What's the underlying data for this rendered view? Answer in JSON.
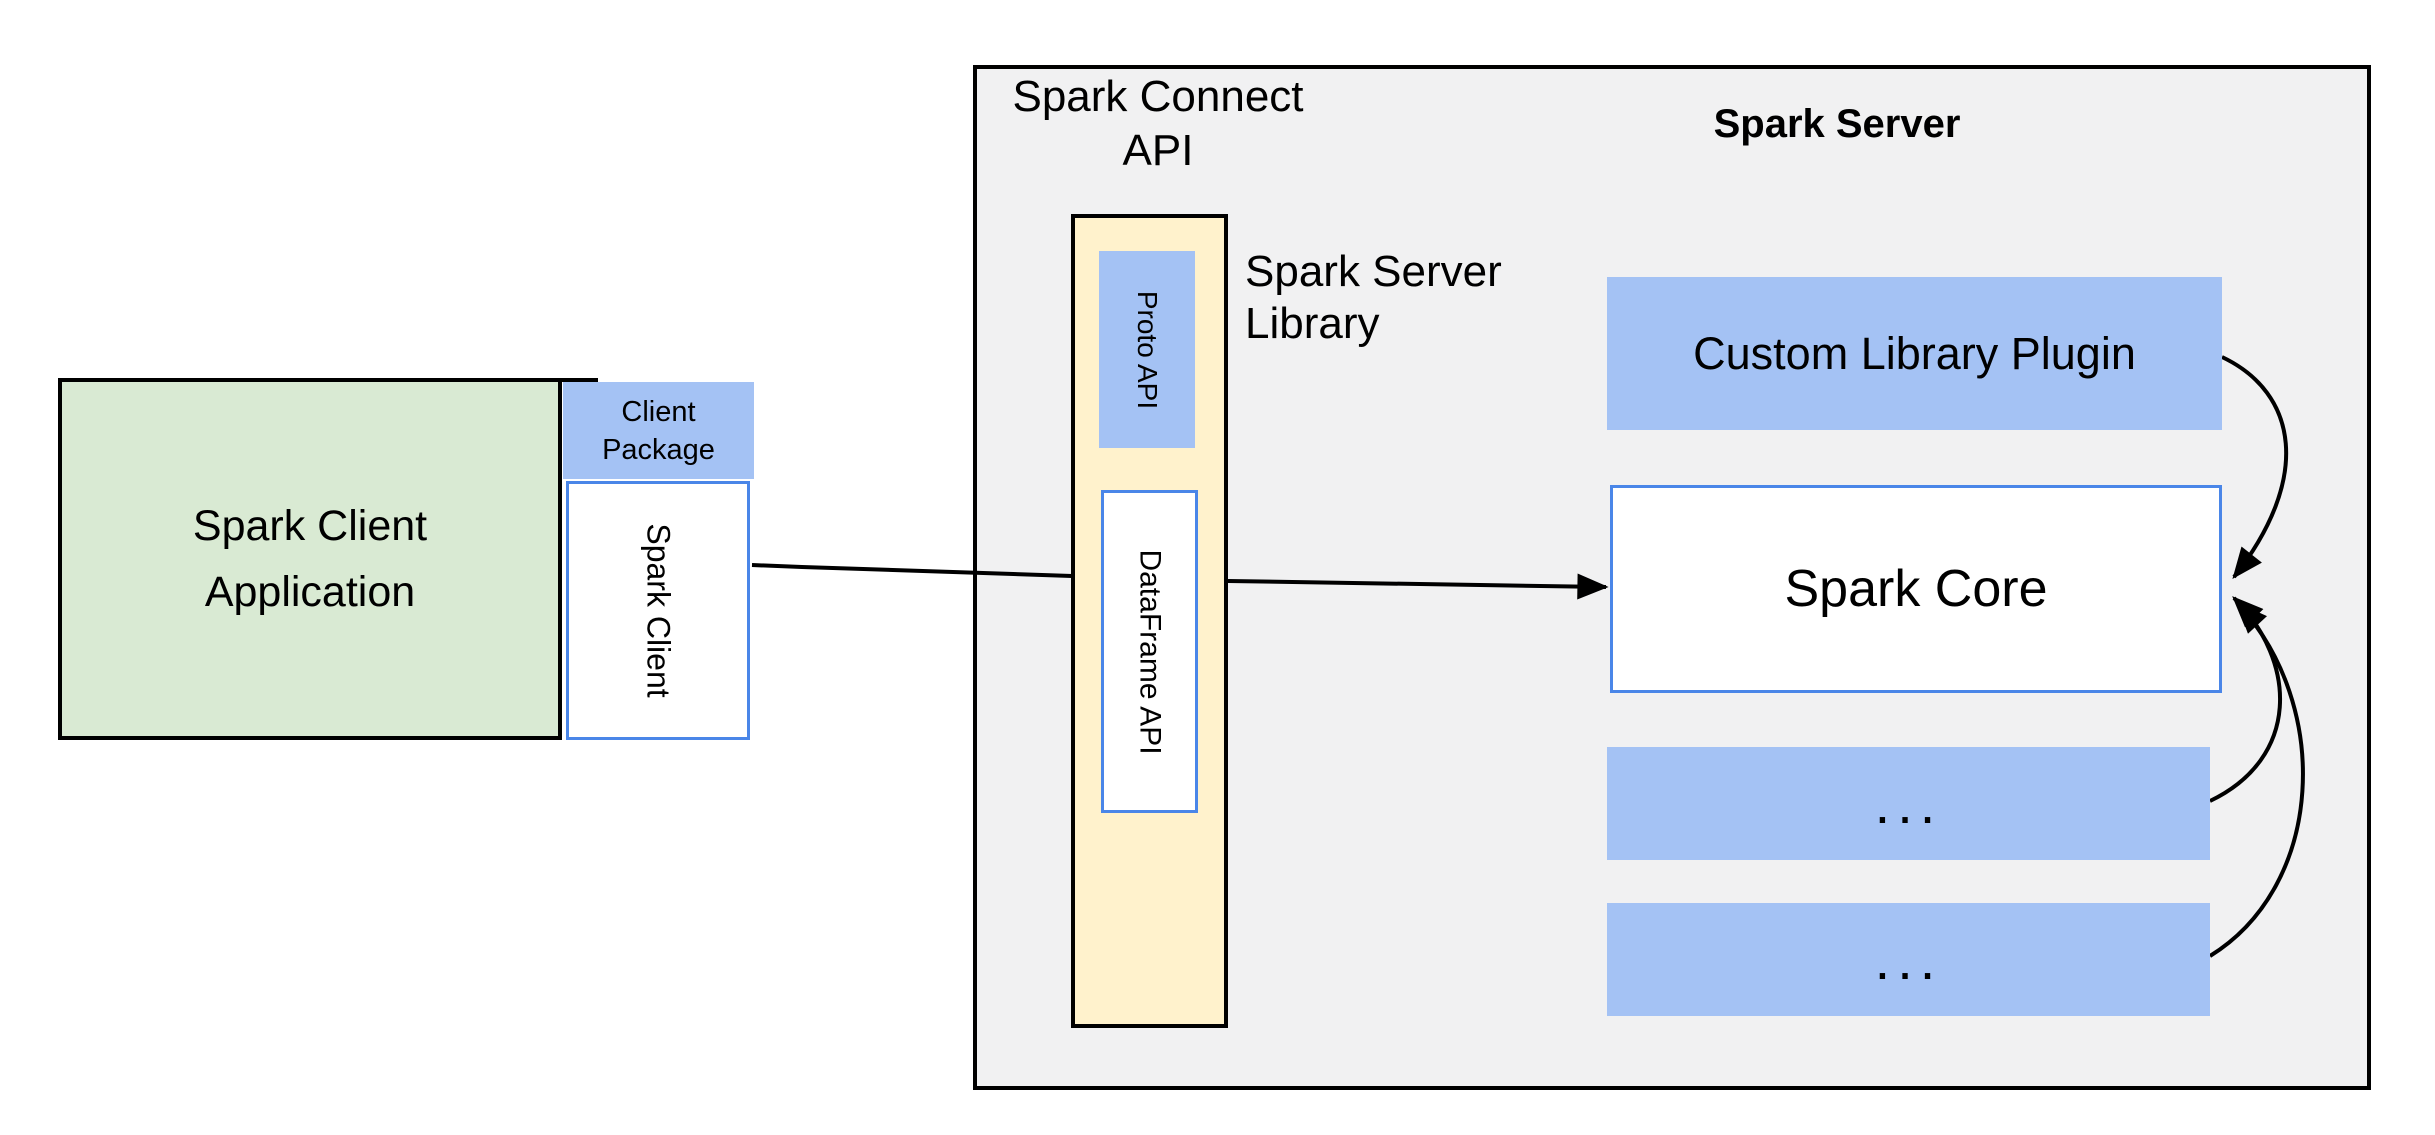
{
  "colors": {
    "green_fill": "#d9ead3",
    "blue_fill": "#a4c2f4",
    "cream_fill": "#fff2cc",
    "gray_fill": "#f1f1f2",
    "blue_border": "#4a86e8",
    "line_color": "#000000",
    "text_color": "#000000"
  },
  "client_side": {
    "app_box": {
      "lines": [
        "Spark Client",
        "Application"
      ]
    },
    "client_package": {
      "lines": [
        "Client",
        "Package"
      ]
    },
    "spark_client": {
      "label": "Spark Client"
    }
  },
  "connect_api": {
    "title_lines": [
      "Spark Connect",
      "API"
    ],
    "library_label_lines": [
      "Spark Server",
      "Library"
    ],
    "proto_api": {
      "label": "Proto API"
    },
    "dataframe_api": {
      "label": "DataFrame API"
    }
  },
  "server": {
    "title": "Spark Server",
    "custom_library_plugin": {
      "label": "Custom Library Plugin"
    },
    "spark_core": {
      "label": "Spark Core"
    },
    "plugin_slot_1": {
      "label": "..."
    },
    "plugin_slot_2": {
      "label": "..."
    }
  }
}
